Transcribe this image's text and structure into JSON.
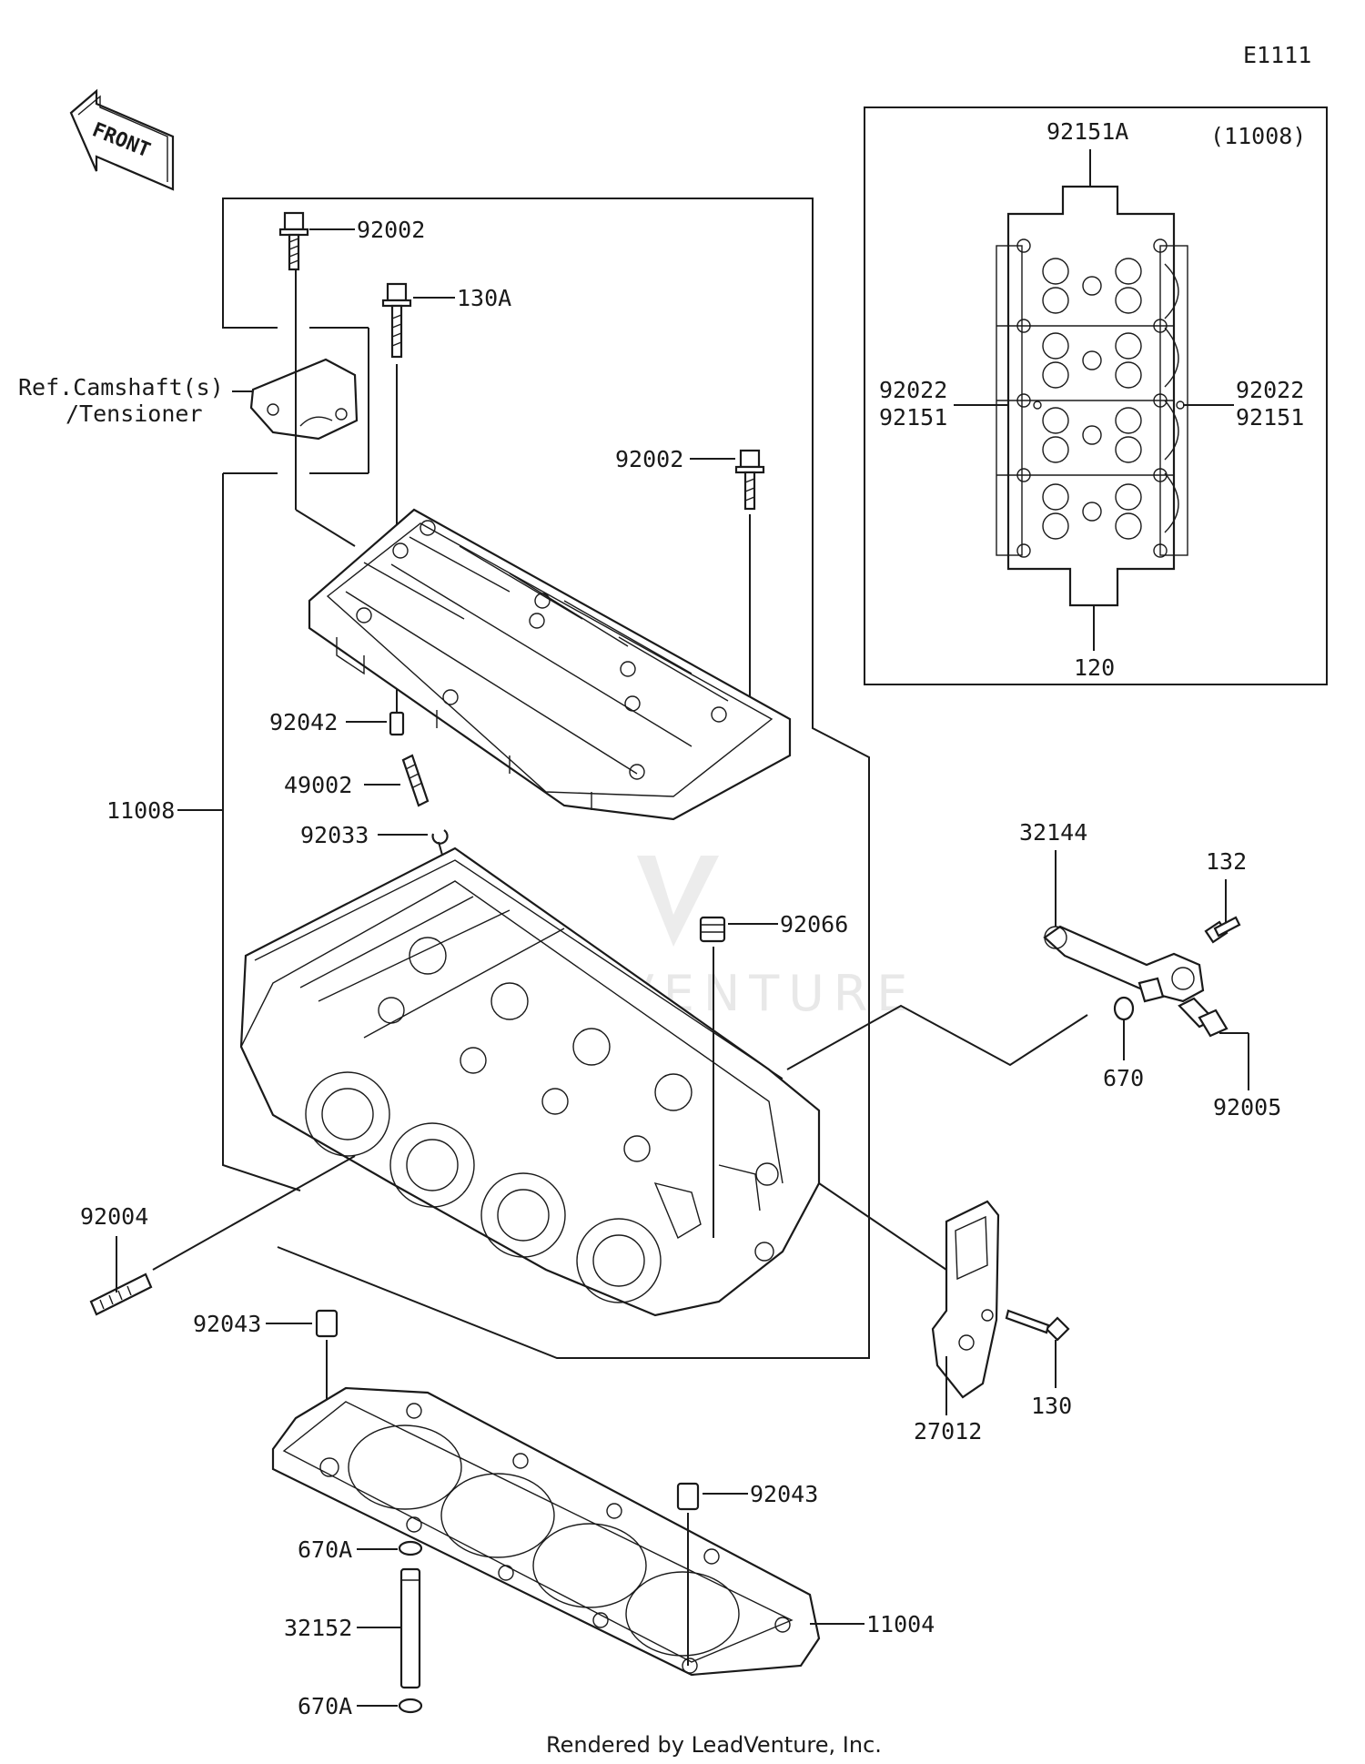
{
  "diagram_id": "E1111",
  "front_label": "FRONT",
  "ref_note": {
    "line1": "Ref.Camshaft(s)",
    "line2": "/Tensioner"
  },
  "inset": {
    "assembly": "(11008)",
    "labels": {
      "top": "92151A",
      "left1": "92022",
      "left2": "92151",
      "right1": "92022",
      "right2": "92151",
      "bottom": "120"
    }
  },
  "parts": {
    "p92002a": "92002",
    "p130A": "130A",
    "p92002b": "92002",
    "p92042": "92042",
    "p49002": "49002",
    "p11008": "11008",
    "p92033": "92033",
    "p92066": "92066",
    "p32144": "32144",
    "p132": "132",
    "p670": "670",
    "p92005": "92005",
    "p92004": "92004",
    "p92043a": "92043",
    "p27012": "27012",
    "p130": "130",
    "p92043b": "92043",
    "p670Aa": "670A",
    "p11004": "11004",
    "p32152": "32152",
    "p670Ab": "670A"
  },
  "watermark": "LEADVENTURE",
  "footer": "Rendered by LeadVenture, Inc."
}
